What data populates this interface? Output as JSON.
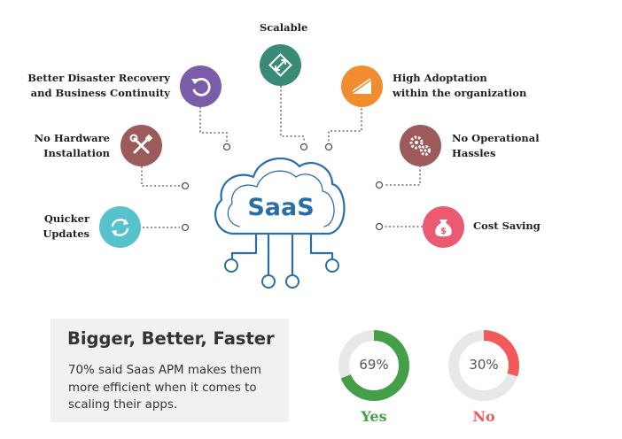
{
  "diagram": {
    "center_label": "SaaS",
    "colors": {
      "cloud_stroke": "#2a6ea8",
      "center_text": "#2a6ea8",
      "connector": "#555555"
    },
    "benefits": [
      {
        "id": "scalable",
        "lines": [
          "Scalable"
        ],
        "color": "#3a8a78",
        "icon": "scale-diagonal-icon"
      },
      {
        "id": "disaster-recovery",
        "lines": [
          "Better Disaster Recovery",
          "and Business Continuity"
        ],
        "color": "#7a5ca8",
        "icon": "refresh-arrow-icon"
      },
      {
        "id": "adoption",
        "lines": [
          "High Adoptation",
          "within the organization"
        ],
        "color": "#f28c30",
        "icon": "rising-ramp-icon"
      },
      {
        "id": "no-hardware",
        "lines": [
          "No Hardware",
          "Installation"
        ],
        "color": "#9c5a5a",
        "icon": "tools-icon"
      },
      {
        "id": "no-operational",
        "lines": [
          "No Operational",
          "Hassles"
        ],
        "color": "#9c5a5a",
        "icon": "gears-icon"
      },
      {
        "id": "quicker-updates",
        "lines": [
          "Quicker",
          "Updates"
        ],
        "color": "#55c2cc",
        "icon": "sync-icon"
      },
      {
        "id": "cost-saving",
        "lines": [
          "Cost Saving"
        ],
        "color": "#ec5a72",
        "icon": "money-bag-icon"
      }
    ]
  },
  "summary": {
    "title": "Bigger, Better, Faster",
    "body": "70% said Saas APM makes them more efficient when it comes to scaling their apps."
  },
  "donuts": [
    {
      "id": "yes",
      "percent_label": "69%",
      "value": 0.69,
      "caption": "Yes",
      "color": "#44a048",
      "track": "#e8e8e8"
    },
    {
      "id": "no",
      "percent_label": "30%",
      "value": 0.3,
      "caption": "No",
      "color": "#f25a5a",
      "track": "#e8e8e8"
    }
  ]
}
